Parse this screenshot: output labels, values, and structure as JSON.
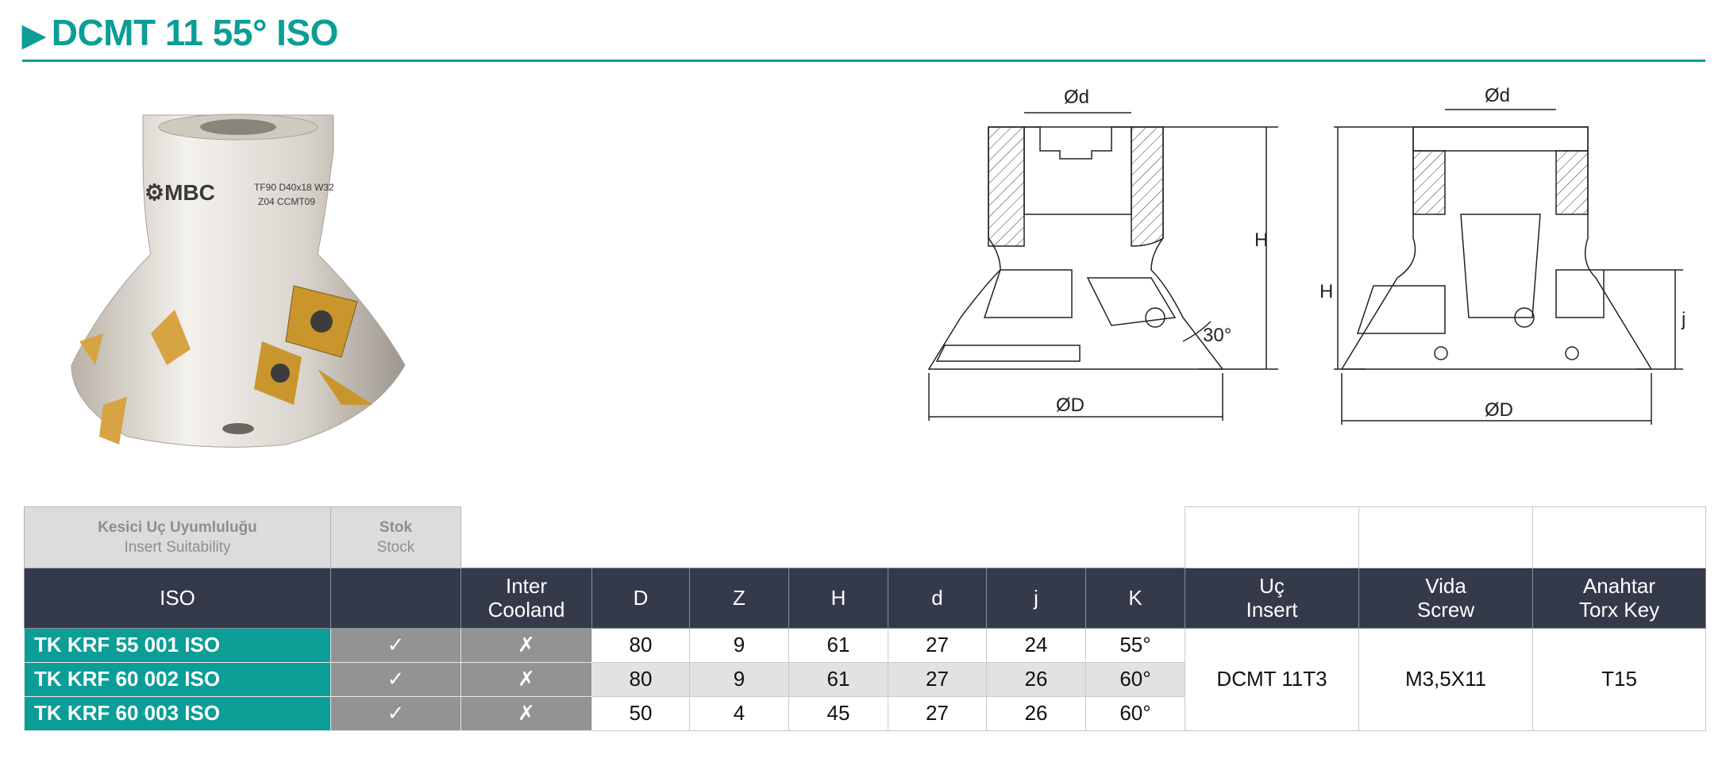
{
  "title": "DCMT 11 55° ISO",
  "title_icon": "play-triangle-icon",
  "product_photo": {
    "logo": "MBC",
    "engraving": [
      "TF90 D40x18 W32",
      "Z04 CCMT09"
    ]
  },
  "drawing_1": {
    "labels": {
      "bore": "Ød",
      "height": "H",
      "angle": "30°",
      "diameter": "ØD"
    }
  },
  "drawing_2": {
    "labels": {
      "bore": "Ød",
      "height": "H",
      "j": "j",
      "diameter": "ØD"
    }
  },
  "caption": {
    "suitability_tr": "Kesici Uç Uyumluluğu",
    "suitability_en": "Insert Suitability",
    "stock_tr": "Stok",
    "stock_en": "Stock"
  },
  "headers": {
    "iso": "ISO",
    "inter_1": "Inter",
    "inter_2": "Cooland",
    "D": "D",
    "Z": "Z",
    "H": "H",
    "d": "d",
    "j": "j",
    "K": "K",
    "insert_1": "Uç",
    "insert_2": "Insert",
    "screw_1": "Vida",
    "screw_2": "Screw",
    "key_1": "Anahtar",
    "key_2": "Torx Key"
  },
  "rows": [
    {
      "iso": "TK KRF 55 001 ISO",
      "stock": "✓",
      "inter": "✗",
      "D": "80",
      "Z": "9",
      "H": "61",
      "d": "27",
      "j": "24",
      "K": "55°"
    },
    {
      "iso": "TK KRF 60 002 ISO",
      "stock": "✓",
      "inter": "✗",
      "D": "80",
      "Z": "9",
      "H": "61",
      "d": "27",
      "j": "26",
      "K": "60°"
    },
    {
      "iso": "TK KRF 60 003 ISO",
      "stock": "✓",
      "inter": "✗",
      "D": "50",
      "Z": "4",
      "H": "45",
      "d": "27",
      "j": "26",
      "K": "60°"
    }
  ],
  "accessories": {
    "insert": "DCMT 11T3",
    "screw": "M3,5X11",
    "key": "T15"
  },
  "colors": {
    "accent": "#0a9e96",
    "header": "#353a4b",
    "mark_cell": "#939393",
    "caption": "#dcdcdc"
  }
}
